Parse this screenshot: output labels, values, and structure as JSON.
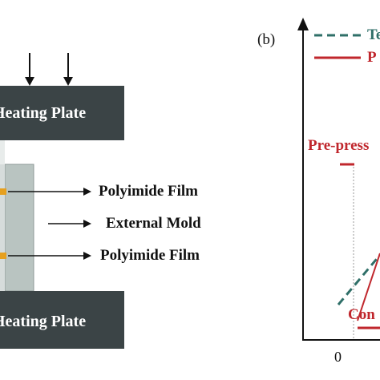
{
  "colors": {
    "plate": "#3b4446",
    "mold": "#b9c4c1",
    "mold_edge": "#8e9a97",
    "film": "#e6a01f",
    "red": "#c0272d",
    "teal": "#2f6f68",
    "arrow": "#111111"
  },
  "left_panel": {
    "top_plate_label": "Heating Plate",
    "bottom_plate_label": "Heating Plate",
    "film_top_label": "Polyimide Film",
    "mold_label": "External Mold",
    "film_bottom_label": "Polyimide Film",
    "pressure_arrows": [
      "down-arrow",
      "down-arrow"
    ]
  },
  "right_panel": {
    "panel_label": "(b)",
    "legend": [
      {
        "label": "Te",
        "style": "dashed",
        "color": "#2f6f68"
      },
      {
        "label": "P",
        "style": "solid",
        "color": "#c0272d"
      }
    ],
    "annotations": {
      "pre_press": "Pre-press",
      "con": "Con"
    },
    "x_tick_zero": "0"
  }
}
